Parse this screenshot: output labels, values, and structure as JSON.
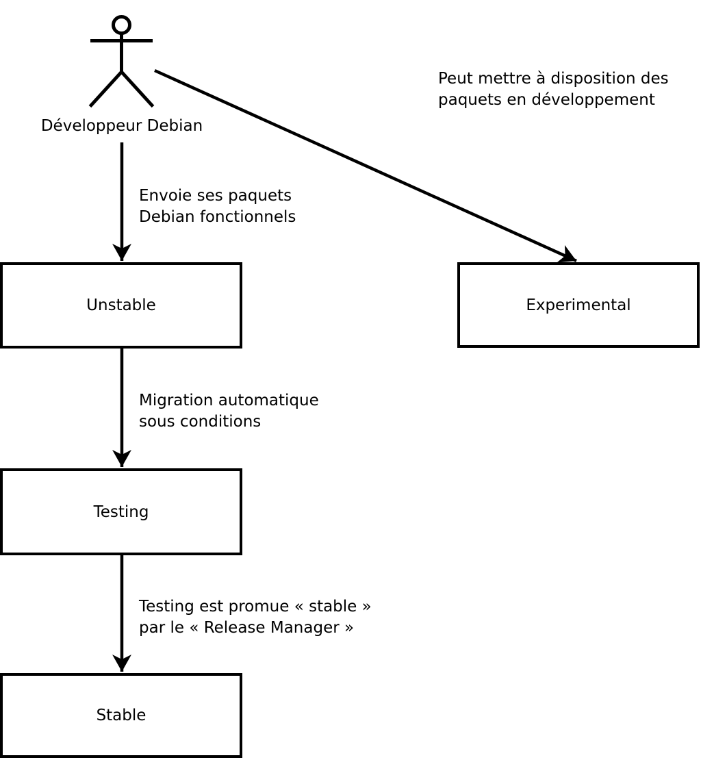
{
  "diagram": {
    "title_hint": "Debian package release flow",
    "actor": {
      "label": "Développeur Debian"
    },
    "boxes": [
      {
        "id": "unstable",
        "label": "Unstable"
      },
      {
        "id": "experimental",
        "label": "Experimental"
      },
      {
        "id": "testing",
        "label": "Testing"
      },
      {
        "id": "stable",
        "label": "Stable"
      }
    ],
    "annotations": {
      "to_experimental": "Peut mettre à disposition des\npaquets en développement",
      "to_unstable": "Envoie ses paquets\nDebian fonctionnels",
      "to_testing": "Migration automatique\nsous conditions",
      "to_stable": "Testing est promue « stable »\npar le « Release Manager »"
    },
    "colors": {
      "line": "#000000",
      "box_border": "#000000",
      "box_fill": "#ffffff",
      "text": "#000000",
      "background": "#ffffff"
    }
  }
}
